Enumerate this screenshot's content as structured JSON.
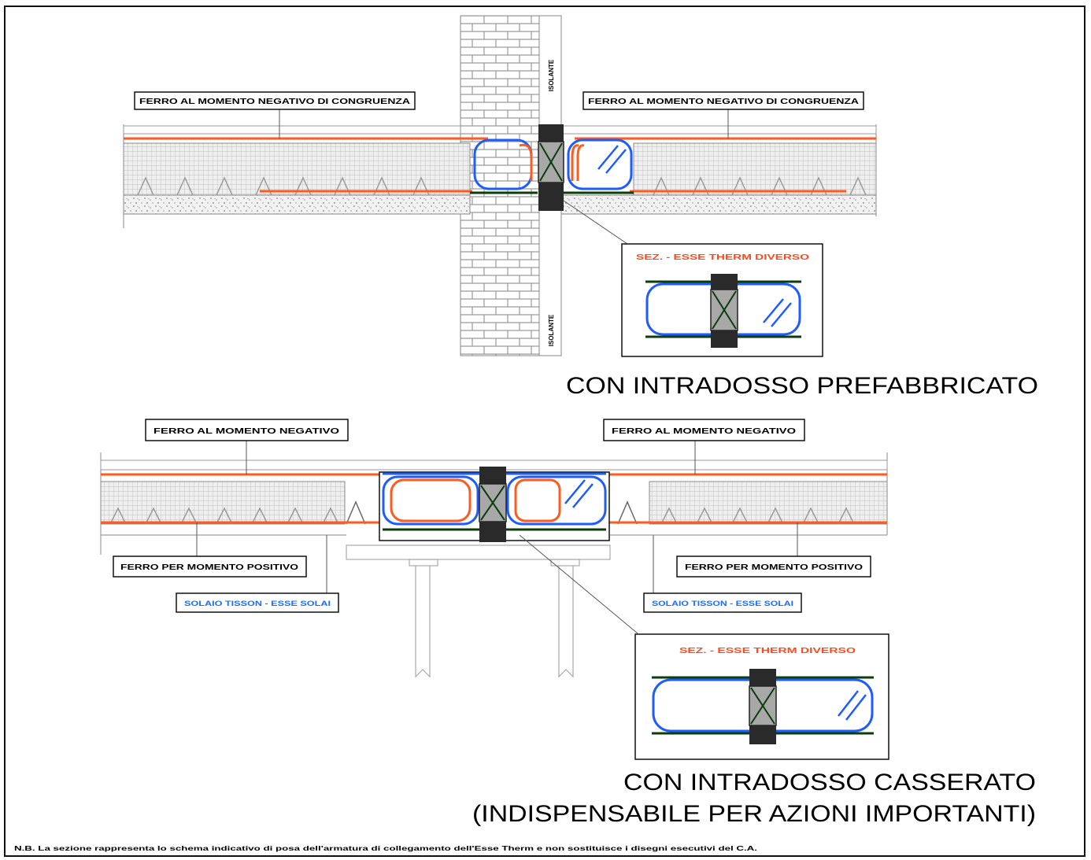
{
  "top_section": {
    "label_left": "FERRO AL MOMENTO NEGATIVO DI CONGRUENZA",
    "label_right": "FERRO AL MOMENTO NEGATIVO DI CONGRUENZA",
    "insulation_top": "ISOLANTE",
    "insulation_bottom": "ISOLANTE",
    "detail_title": "SEZ. - ESSE THERM DIVERSO",
    "caption": "CON INTRADOSSO PREFABBRICATO"
  },
  "bottom_section": {
    "label_neg_left": "FERRO AL MOMENTO NEGATIVO",
    "label_neg_right": "FERRO AL MOMENTO NEGATIVO",
    "label_pos_left": "FERRO PER MOMENTO POSITIVO",
    "label_pos_right": "FERRO PER MOMENTO POSITIVO",
    "label_slab_left": "SOLAIO TISSON - ESSE SOLAI",
    "label_slab_right": "SOLAIO TISSON - ESSE SOLAI",
    "detail_title": "SEZ. - ESSE THERM DIVERSO",
    "caption_line1": "CON INTRADOSSO CASSERATO",
    "caption_line2": "(INDISPENSABILE PER AZIONI IMPORTANTI)"
  },
  "footnote": "N.B. La sezione rappresenta lo schema indicativo di posa dell'armatura di collegamento dell'Esse Therm e non sostituisce i disegni esecutivi del C.A.",
  "colors": {
    "rebar_negative": "#ff5a1f",
    "stirrup": "#1e5cff",
    "bottom_chord": "#0d3d0d",
    "element_body": "#a8a8a8",
    "element_cap": "#2a2a2a",
    "slab_label_text": "#1e6bff",
    "detail_title_text": "#ff4a1f"
  },
  "icons": {
    "brick_wall": "brick-wall-icon",
    "thermal_element": "thermal-break-icon"
  }
}
